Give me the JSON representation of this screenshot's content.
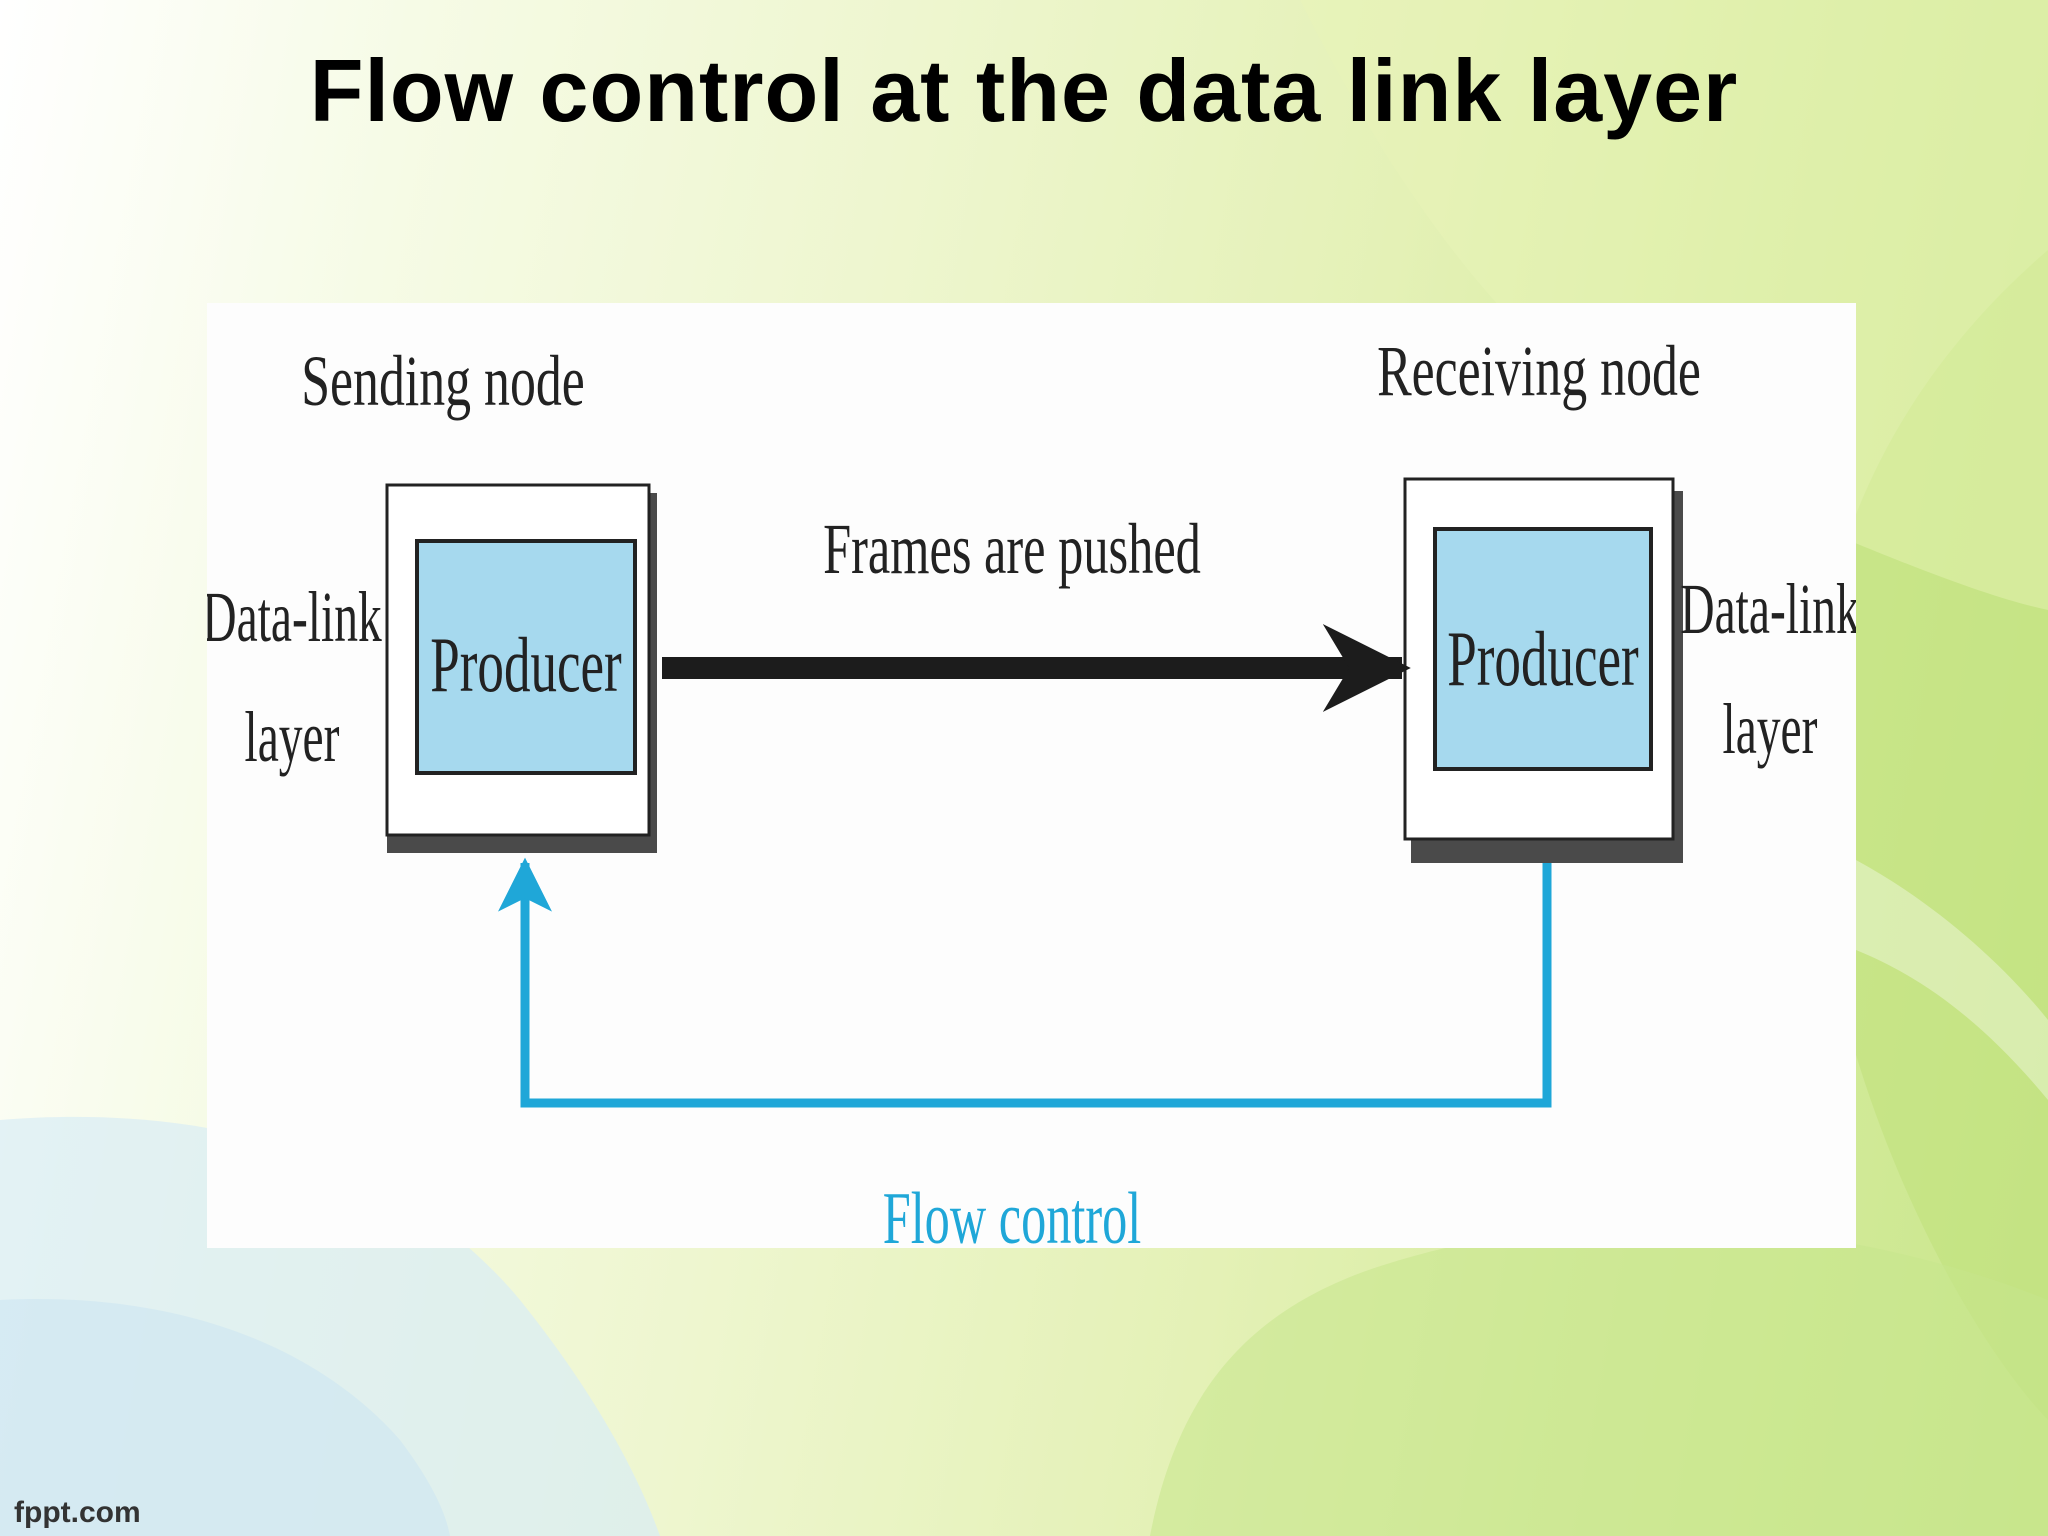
{
  "slide": {
    "title": "Flow control at the data link layer",
    "footer_brand": "fppt.com"
  },
  "diagram": {
    "sender": {
      "heading": "Sending node",
      "box_label": "Producer",
      "layer_line1": "Data-link",
      "layer_line2": "layer"
    },
    "receiver": {
      "heading": "Receiving node",
      "box_label": "Producer",
      "layer_line1": "Data-link",
      "layer_line2": "layer"
    },
    "data_arrow_label": "Frames are pushed",
    "feedback_label": "Flow control",
    "colors": {
      "box_fill": "#a6d9ee",
      "feedback_line": "#1fa7d8",
      "data_arrow": "#1c1c1c",
      "shadow": "#4a4a4a",
      "text": "#222222"
    }
  }
}
